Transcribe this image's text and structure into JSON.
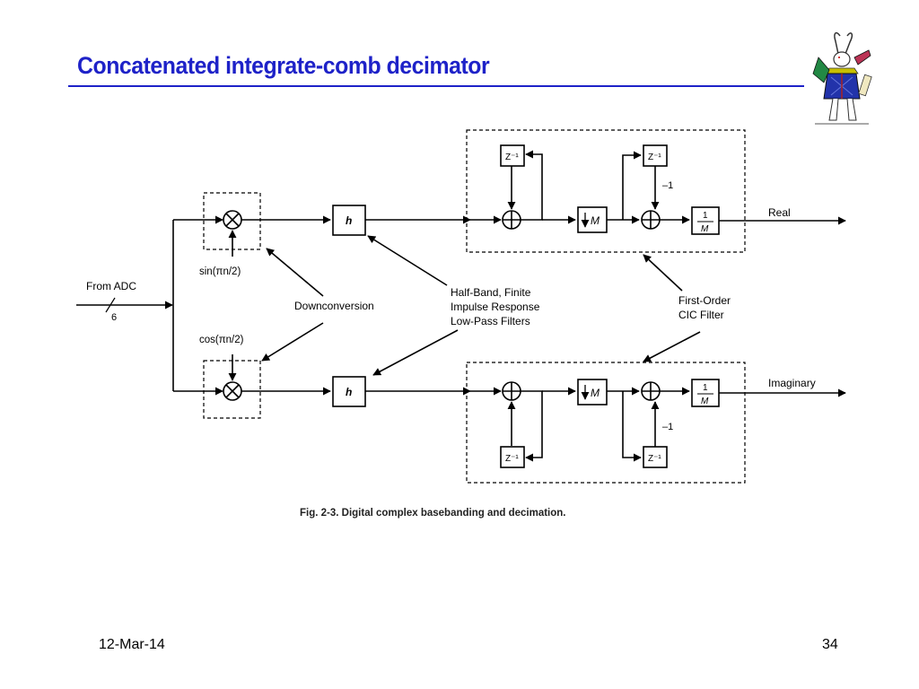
{
  "slide": {
    "title": "Concatenated integrate-comb decimator",
    "date": "12-Mar-14",
    "page_number": "34",
    "title_color": "#1e22c8"
  },
  "diagram": {
    "input_label": "From ADC",
    "bus_width": "6",
    "sin_label": "sin(πn/2)",
    "cos_label": "cos(πn/2)",
    "filter_h": "h",
    "delay": "Z⁻¹",
    "decimator": "M",
    "minus_one": "–1",
    "scale_num": "1",
    "scale_den": "M",
    "output_real": "Real",
    "output_imag": "Imaginary",
    "callout_downconversion": "Downconversion",
    "callout_halfband": [
      "Half-Band, Finite",
      "Impulse Response",
      "Low-Pass Filters"
    ],
    "callout_cic": [
      "First-Order",
      "CIC Filter"
    ],
    "caption": "Fig. 2-3.  Digital complex basebanding and decimation."
  }
}
